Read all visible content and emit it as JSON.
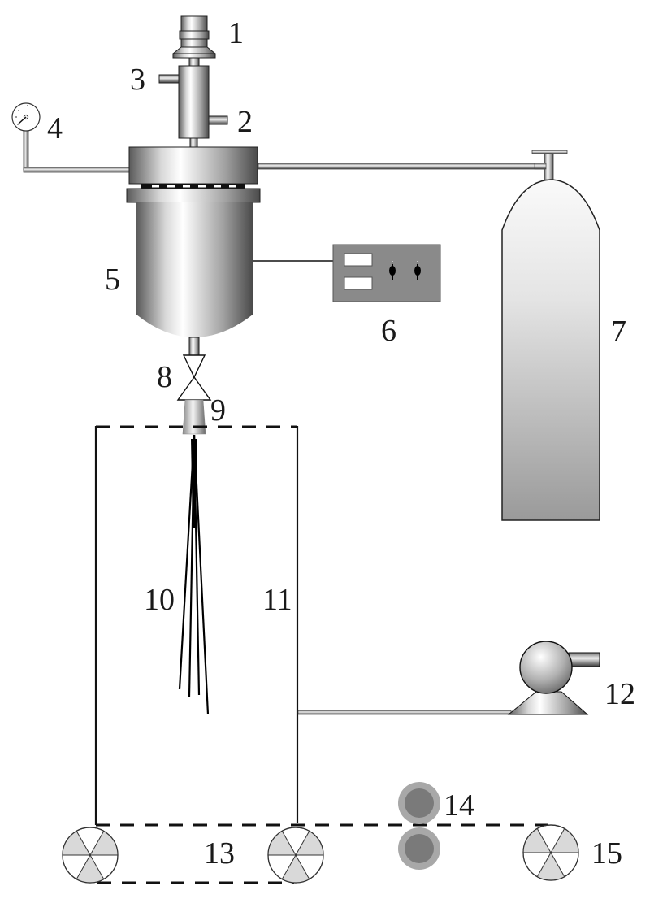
{
  "diagram": {
    "type": "apparatus-schematic",
    "labels": {
      "l1": "1",
      "l2": "2",
      "l3": "3",
      "l4": "4",
      "l5": "5",
      "l6": "6",
      "l7": "7",
      "l8": "8",
      "l9": "9",
      "l10": "10",
      "l11": "11",
      "l12": "12",
      "l13": "13",
      "l14": "14",
      "l15": "15"
    },
    "components": [
      {
        "id": "1",
        "name": "motor / drive head"
      },
      {
        "id": "2",
        "name": "side port (lower)"
      },
      {
        "id": "3",
        "name": "side port (upper)"
      },
      {
        "id": "4",
        "name": "pressure gauge"
      },
      {
        "id": "5",
        "name": "vessel"
      },
      {
        "id": "6",
        "name": "control box"
      },
      {
        "id": "7",
        "name": "gas cylinder"
      },
      {
        "id": "8",
        "name": "valve"
      },
      {
        "id": "9",
        "name": "nozzle"
      },
      {
        "id": "10",
        "name": "spray jets"
      },
      {
        "id": "11",
        "name": "chamber"
      },
      {
        "id": "12",
        "name": "pump"
      },
      {
        "id": "13",
        "name": "conveyor rollers"
      },
      {
        "id": "14",
        "name": "pressing rollers"
      },
      {
        "id": "15",
        "name": "take-up roller"
      }
    ],
    "colors": {
      "outline": "#111111",
      "panel": "#8a8a8a",
      "roller_fill": "#d9d9d9",
      "press_outer": "#a8a8a8",
      "press_inner": "#7a7a7a"
    }
  }
}
